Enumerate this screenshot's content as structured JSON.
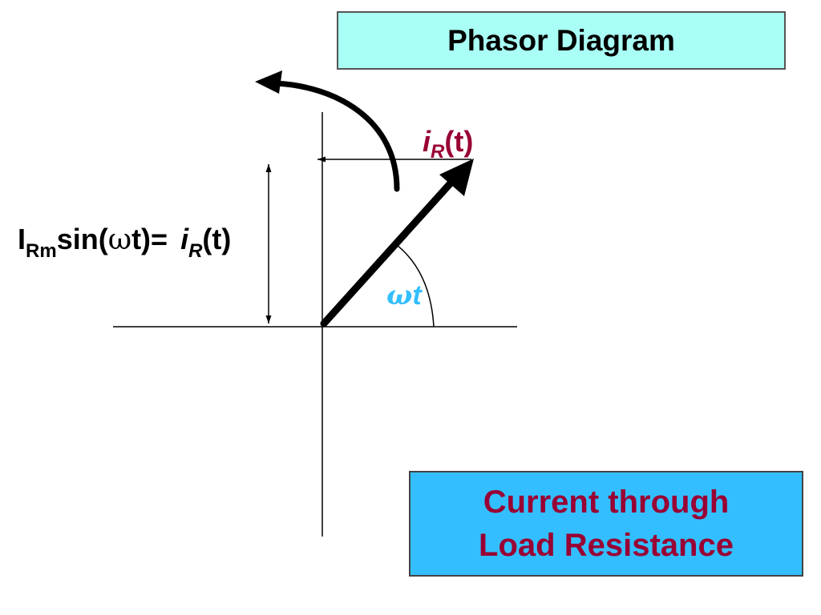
{
  "title": "Phasor Diagram",
  "caption": {
    "line1": "Current through",
    "line2": "Load Resistance"
  },
  "phasor_label": {
    "var": "i",
    "sub": "R",
    "arg": "(t)"
  },
  "angle_label": {
    "omega": "ω",
    "t": "t"
  },
  "equation": {
    "I": "I",
    "sub": "Rm",
    "func": "sin(",
    "omega": "ω",
    "rest": "t)=",
    "var": "i",
    "var_sub": "R",
    "var_arg": "(t)"
  },
  "colors": {
    "phasor_label": "#990033",
    "angle_label": "#33bfff",
    "title_bg": "#a9fff5",
    "caption_bg": "#33bfff",
    "caption_text": "#990033"
  }
}
